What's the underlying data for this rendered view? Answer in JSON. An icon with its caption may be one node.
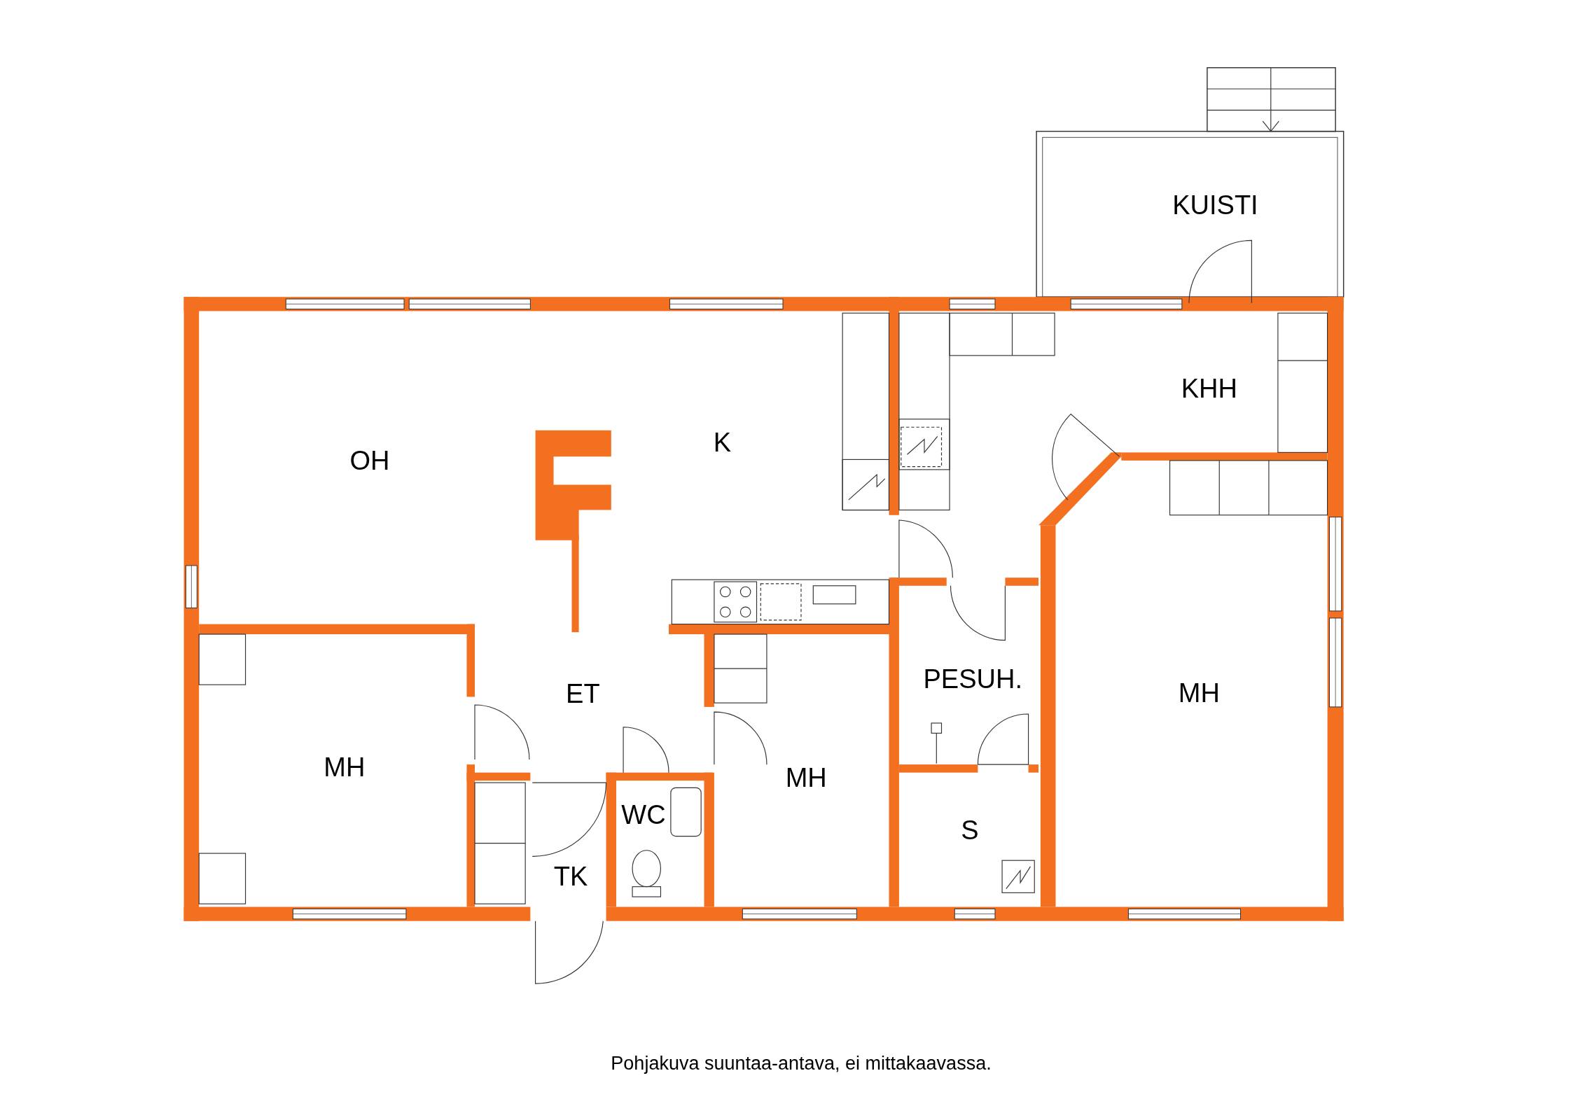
{
  "diagram": {
    "caption": "Pohjakuva suuntaa-antava, ei mittakaavassa.",
    "labels": [
      "KUISTI",
      "KHH",
      "K",
      "OH",
      "ET",
      "PESUH.",
      "MH",
      "MH",
      "MH",
      "WC",
      "S",
      "TK"
    ]
  }
}
